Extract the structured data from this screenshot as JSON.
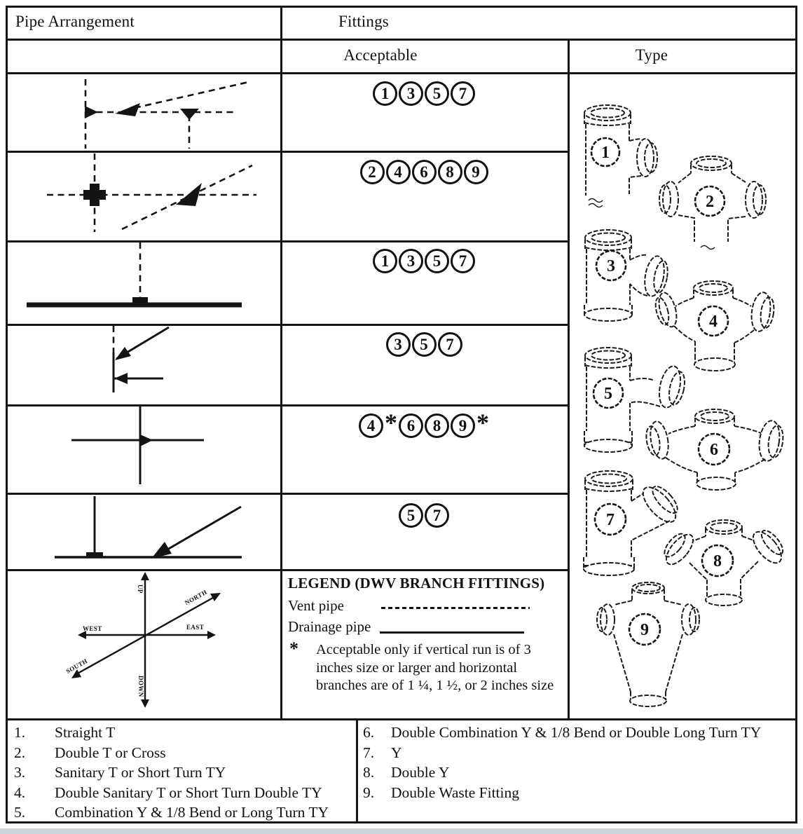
{
  "headers": {
    "pipe_arrangement": "Pipe Arrangement",
    "fittings": "Fittings",
    "acceptable": "Acceptable",
    "type": "Type"
  },
  "acceptable_rows": [
    {
      "items": [
        {
          "n": "1"
        },
        {
          "n": "3"
        },
        {
          "n": "5"
        },
        {
          "n": "7"
        }
      ]
    },
    {
      "items": [
        {
          "n": "2"
        },
        {
          "n": "4"
        },
        {
          "n": "6"
        },
        {
          "n": "8"
        },
        {
          "n": "9"
        }
      ]
    },
    {
      "items": [
        {
          "n": "1"
        },
        {
          "n": "3"
        },
        {
          "n": "5"
        },
        {
          "n": "7"
        }
      ]
    },
    {
      "items": [
        {
          "n": "3"
        },
        {
          "n": "5"
        },
        {
          "n": "7"
        }
      ]
    },
    {
      "items": [
        {
          "n": "4",
          "star": true
        },
        {
          "n": "6"
        },
        {
          "n": "8"
        },
        {
          "n": "9",
          "star": true
        }
      ]
    },
    {
      "items": [
        {
          "n": "5"
        },
        {
          "n": "7"
        }
      ]
    }
  ],
  "legend": {
    "title": "LEGEND (DWV BRANCH FITTINGS)",
    "vent_label": "Vent pipe",
    "drainage_label": "Drainage pipe",
    "footnote_marker": "*",
    "footnote": "Acceptable only if vertical run is of 3 inches size or larger and horizontal branches are of 1 ¼, 1 ½, or 2 inches size"
  },
  "compass": {
    "up": "UP",
    "down": "DOWN",
    "west": "WEST",
    "east": "EAST",
    "north": "NORTH",
    "south": "SOUTH"
  },
  "type_fittings": [
    "1",
    "2",
    "3",
    "4",
    "5",
    "6",
    "7",
    "8",
    "9"
  ],
  "fitting_list": {
    "left": [
      {
        "num": "1.",
        "name": "Straight T"
      },
      {
        "num": "2.",
        "name": "Double T or Cross"
      },
      {
        "num": "3.",
        "name": "Sanitary T or Short Turn TY"
      },
      {
        "num": "4.",
        "name": "Double Sanitary T or Short Turn Double TY"
      },
      {
        "num": "5.",
        "name": "Combination Y & 1/8 Bend or Long Turn TY"
      }
    ],
    "right": [
      {
        "num": "6.",
        "name": "Double Combination Y & 1/8 Bend or Double Long Turn TY"
      },
      {
        "num": "7.",
        "name": "Y"
      },
      {
        "num": "8.",
        "name": "Double Y"
      },
      {
        "num": "9.",
        "name": "Double Waste Fitting"
      }
    ]
  }
}
